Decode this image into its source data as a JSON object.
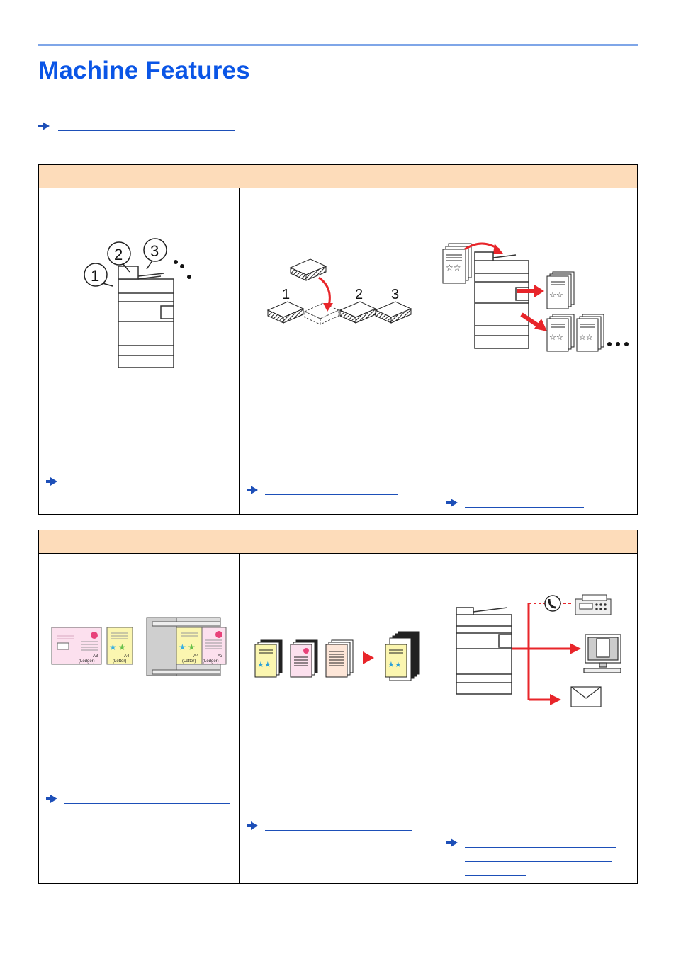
{
  "page": {
    "title": "Machine Features"
  },
  "sections": [
    {
      "header": ""
    },
    {
      "header": ""
    }
  ],
  "figures": {
    "sequence_numbers": [
      "1",
      "2",
      "3"
    ],
    "page_sizes": {
      "a3": "A3",
      "ledger": "(Ledger)",
      "a4": "A4",
      "letter": "(Letter)"
    }
  },
  "colors": {
    "title": "#0a55e6",
    "rule": "#7fa6e8",
    "link": "#1d4fb8",
    "section_header": "#fddcba",
    "accent_red": "#e8252a"
  }
}
